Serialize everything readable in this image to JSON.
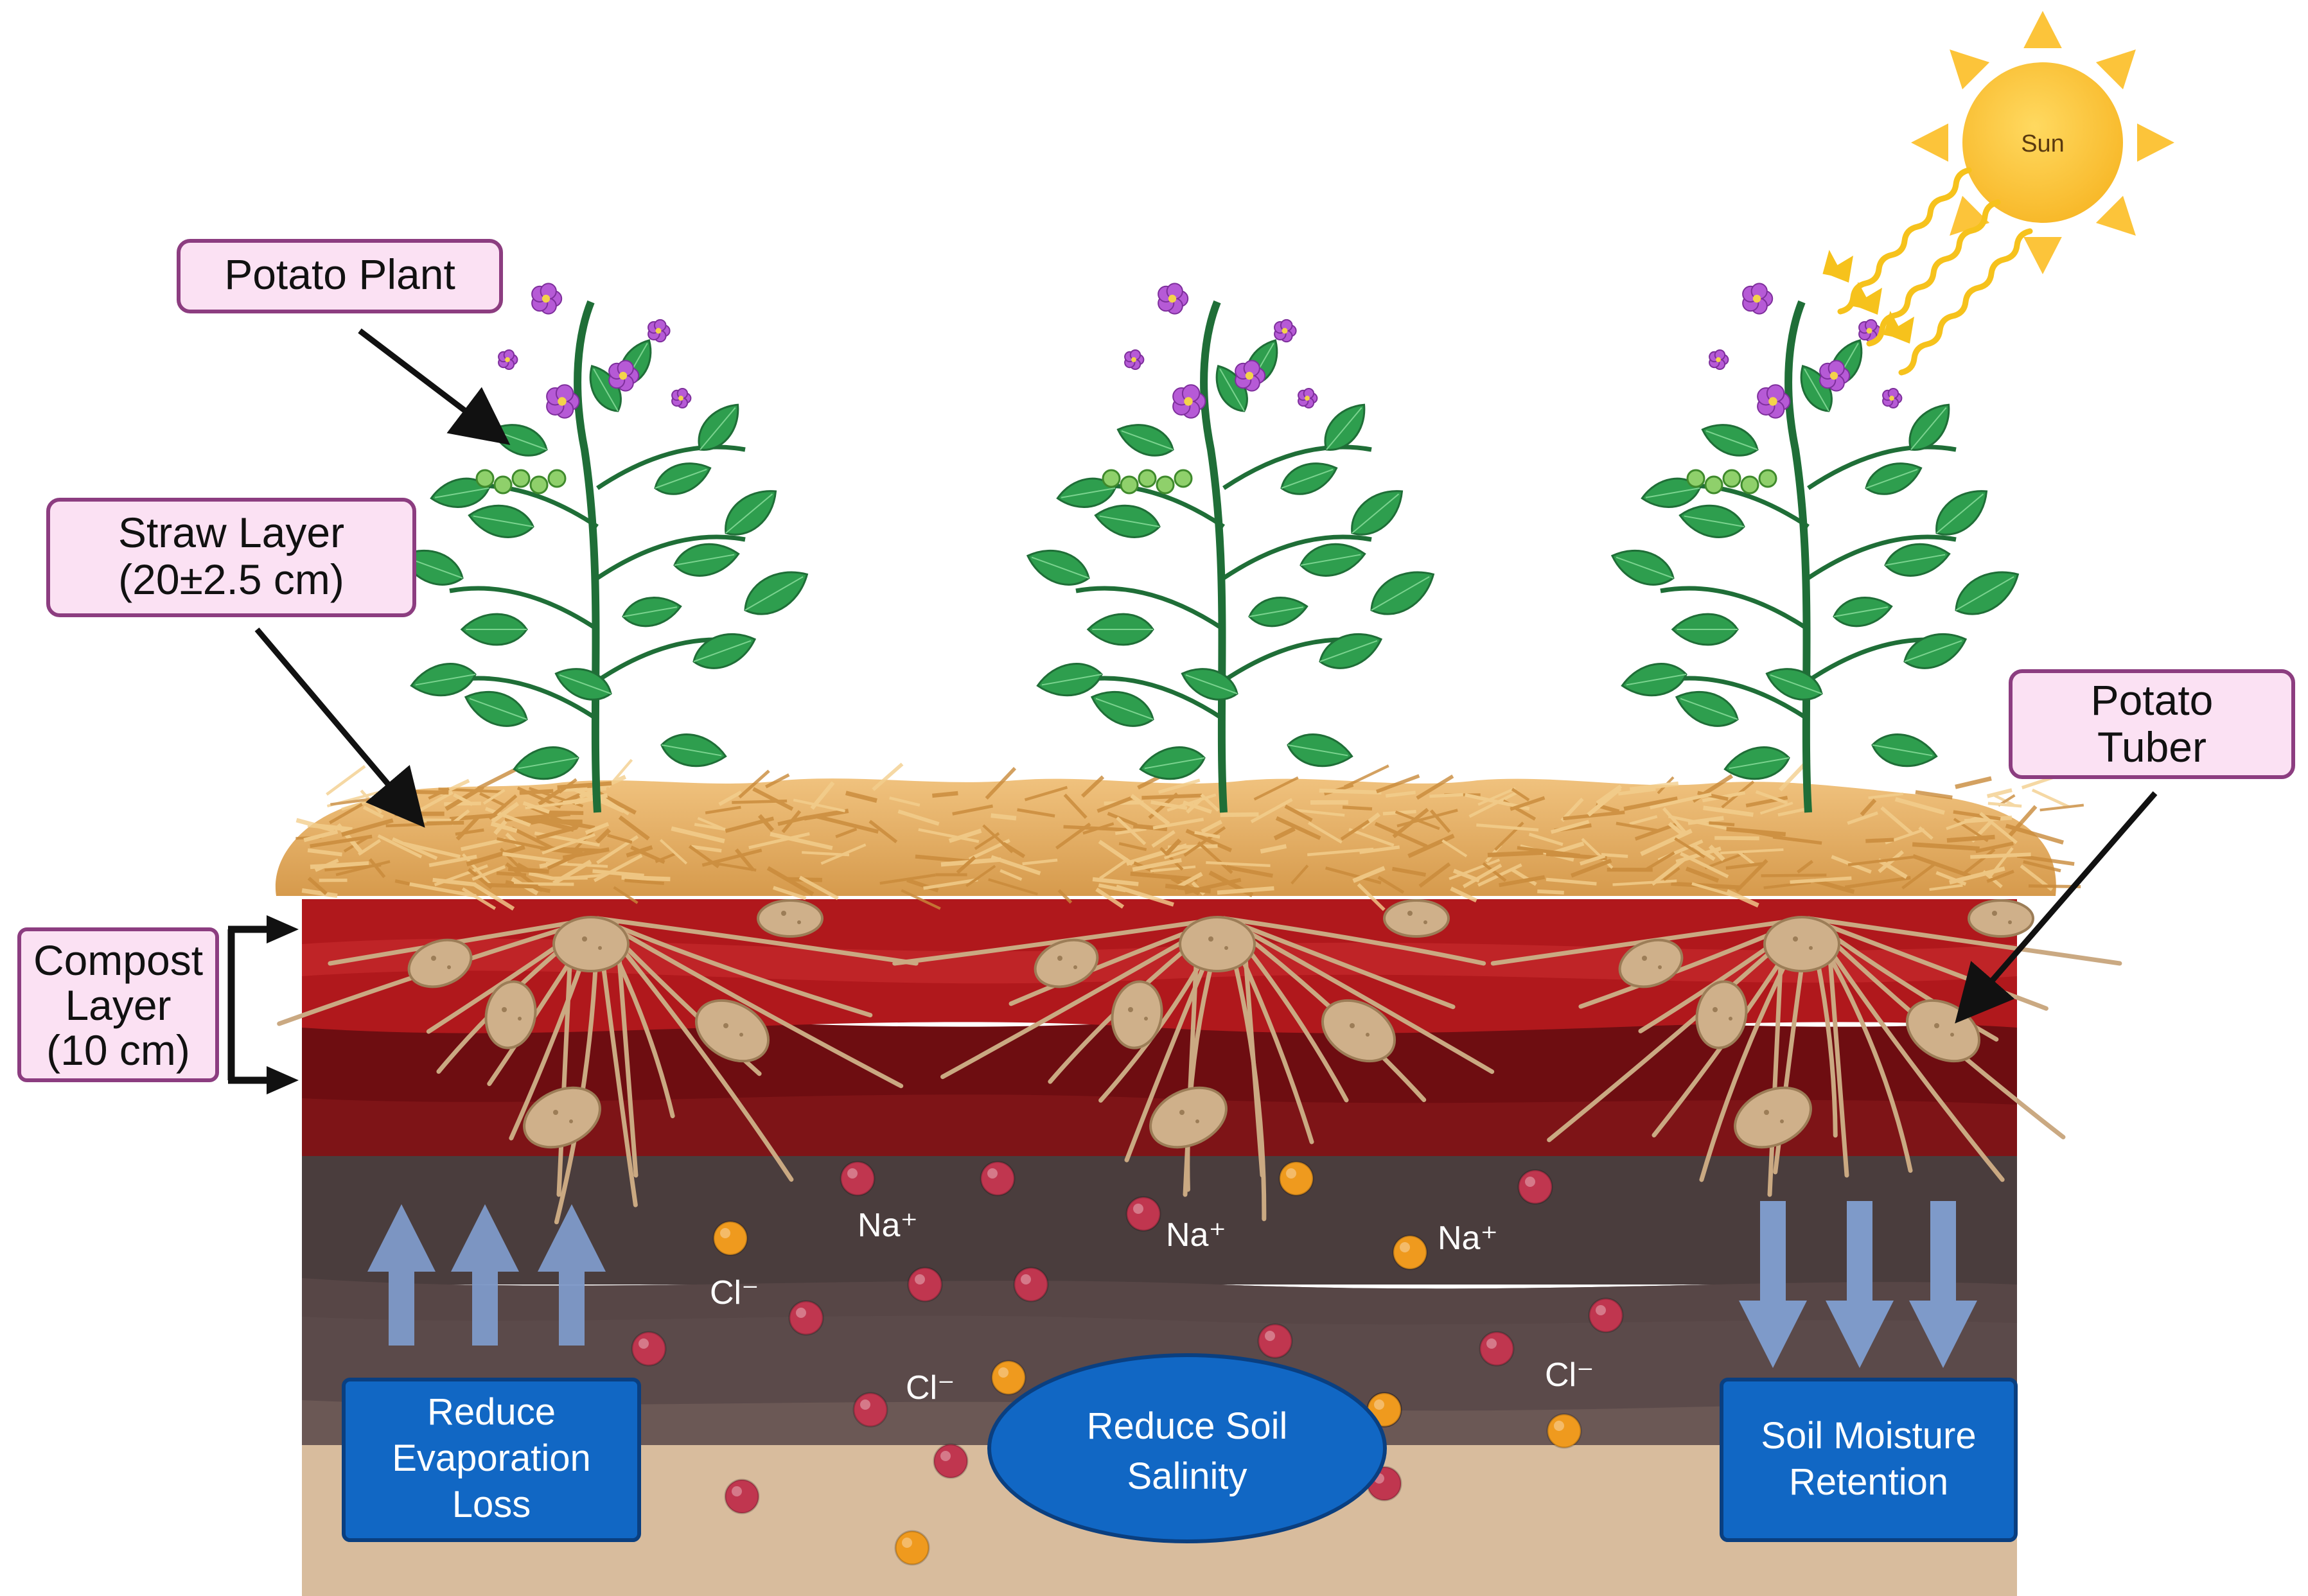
{
  "callouts": {
    "potato_plant": [
      "Potato Plant"
    ],
    "straw_layer": [
      "Straw Layer",
      "(20±2.5 cm)"
    ],
    "compost_layer": [
      "Compost",
      "Layer",
      "(10 cm)"
    ],
    "potato_tuber": [
      "Potato",
      "Tuber"
    ]
  },
  "sun_label": "Sun",
  "ions": {
    "sodium": "Na⁺",
    "chloride": "Cl⁻"
  },
  "effects": {
    "evaporation": [
      "Reduce",
      "Evaporation",
      "Loss"
    ],
    "salinity": [
      "Reduce Soil",
      "Salinity"
    ],
    "moisture": [
      "Soil Moisture",
      "Retention"
    ]
  },
  "colors": {
    "callout_fill": "#fbe1f3",
    "callout_border": "#8c3d80",
    "effect_box_fill": "#1167c4",
    "effect_box_border": "#0a3f80",
    "leaf": "#2e9e4e",
    "flower": "#b65ad6",
    "straw": "#e2a95a",
    "compost_red": "#b0181c",
    "compost_dark": "#7a0f12",
    "soil_dark": "#4a3d3d",
    "soil_mid": "#5b4a4a",
    "sand": "#d8bc9d",
    "sun": "#fcc43a",
    "arrow_blue": "#7e9ac9",
    "sodium_ion": "#c0364f",
    "chloride_ion": "#ef9a1e"
  }
}
